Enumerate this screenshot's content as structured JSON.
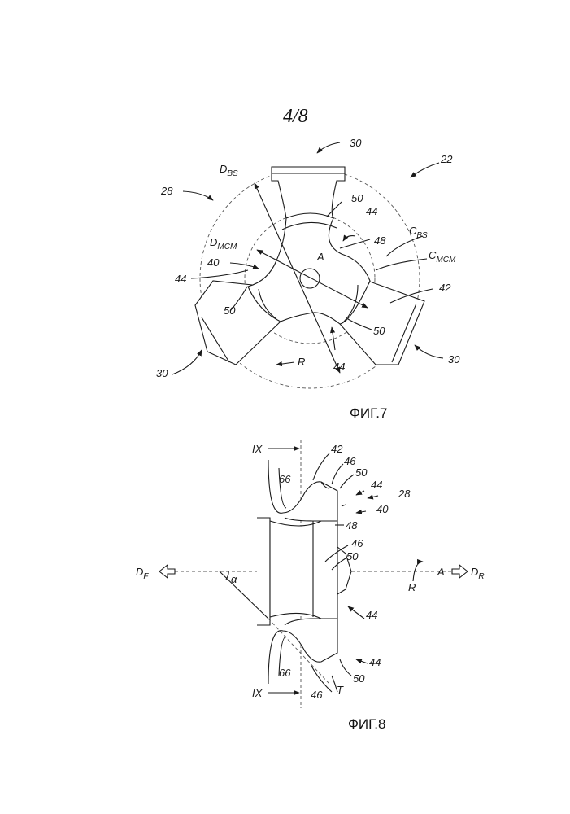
{
  "page_number": "4/8",
  "fig7": {
    "caption": "ФИГ.7",
    "labels": {
      "l22": "22",
      "l28": "28",
      "l30a": "30",
      "l30b": "30",
      "l30c": "30",
      "dbs_main": "D",
      "dbs_sub": "BS",
      "dmcm_main": "D",
      "dmcm_sub": "MCM",
      "cbs_main": "C",
      "cbs_sub": "BS",
      "cmcm_main": "C",
      "cmcm_sub": "MCM",
      "l50a": "50",
      "l44a": "44",
      "l48": "48",
      "lA": "A",
      "l42": "42",
      "l40": "40",
      "l44b": "44",
      "l50b": "50",
      "l50c": "50",
      "l44c": "44",
      "lR": "R"
    }
  },
  "fig8": {
    "caption": "ФИГ.8",
    "labels": {
      "ix_top": "IX",
      "ix_bot": "IX",
      "l42": "42",
      "l46a": "46",
      "l66a": "66",
      "l50a": "50",
      "l44a": "44",
      "l28": "28",
      "l40": "40",
      "l48": "48",
      "l46b": "46",
      "l50b": "50",
      "l44b": "44",
      "l44c": "44",
      "l66b": "66",
      "l50c": "50",
      "l46c": "46",
      "lT": "T",
      "df_main": "D",
      "df_sub": "F",
      "alpha": "α",
      "lA": "A",
      "lR": "R",
      "dr_main": "D",
      "dr_sub": "R"
    }
  }
}
